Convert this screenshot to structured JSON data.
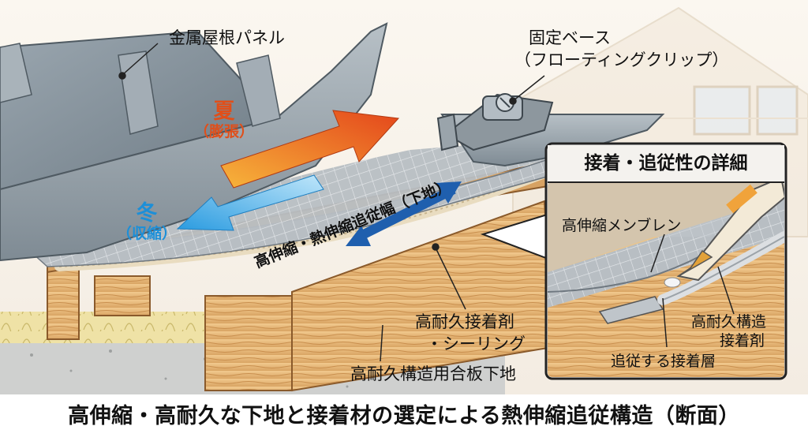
{
  "labels": {
    "roof_panel": "金属屋根パネル",
    "base_line1": "固定ベース",
    "base_line2": "（フローティングクリップ）",
    "summer": "夏",
    "summer_sub": "（膨張）",
    "winter": "冬",
    "winter_sub": "（収縮）",
    "membrane_width": "高伸縮・熱伸縮追従幅（下地）",
    "adhesive_line1": "高耐久接着剤",
    "adhesive_line2": "・シーリング",
    "plywood": "高耐久構造用合板下地"
  },
  "detail": {
    "title": "接着・追従性の詳細",
    "membrane": "高伸縮メンブレン",
    "structural_line1": "高耐久構造",
    "structural_line2": "接着剤",
    "following_layer": "追従する接着層"
  },
  "caption": "高伸縮・高耐久な下地と接着材の選定による熱伸縮追従構造（断面）",
  "colors": {
    "summer": "#e04f1a",
    "winter": "#1c8fd8",
    "wood": "#e8b877",
    "metal": "#7d8a94",
    "arrow_dark_blue": "#1f5fae"
  }
}
